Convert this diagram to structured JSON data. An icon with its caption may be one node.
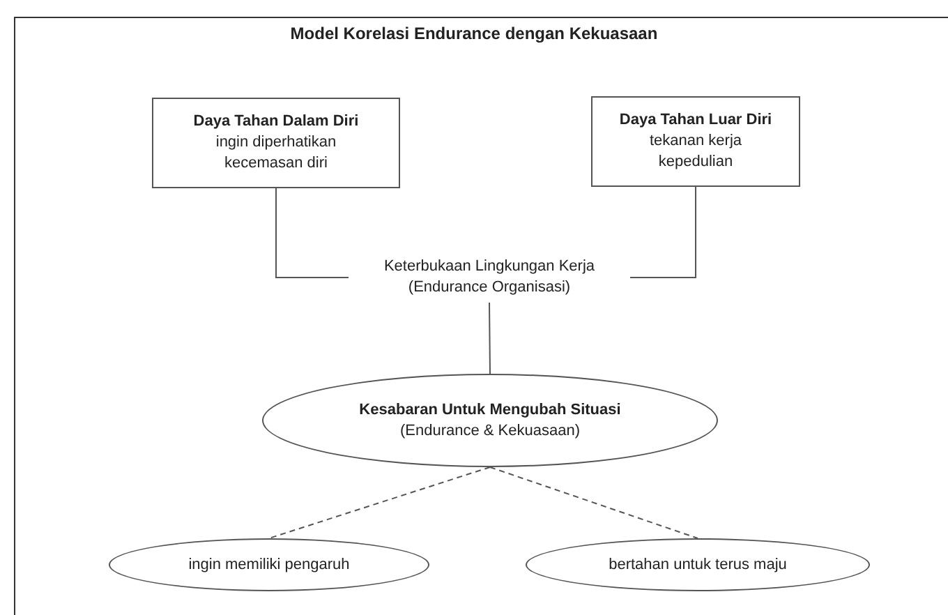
{
  "diagram": {
    "title": "Model Korelasi Endurance dengan Kekuasaan",
    "nodes": [
      {
        "text": [
          "Daya Tahan Dalam Diri",
          "ingin diperhatikan",
          "kecemasan diri"
        ]
      },
      {
        "text": [
          "Daya Tahan Luar Diri",
          "tekanan kerja",
          "kepedulian"
        ]
      },
      {
        "text": [
          "Keterbukaan Lingkungan Kerja",
          "(Endurance Organisasi)"
        ]
      },
      {
        "text": [
          "Kesabaran Untuk Mengubah Situasi",
          "(Endurance & Kekuasaan)"
        ]
      },
      {
        "text": [
          "ingin memiliki pengaruh"
        ]
      },
      {
        "text": [
          "bertahan untuk terus maju"
        ]
      }
    ],
    "edges": [
      {
        "from": 0,
        "to": 2,
        "arrow": "none"
      },
      {
        "from": 1,
        "to": 2,
        "arrow": "none"
      },
      {
        "from": 2,
        "to": 3,
        "arrow": "none"
      },
      {
        "from": 3,
        "to": 4,
        "arrow": "none",
        "style": "dashed"
      },
      {
        "from": 3,
        "to": 5,
        "arrow": "none",
        "style": "dashed"
      }
    ]
  }
}
